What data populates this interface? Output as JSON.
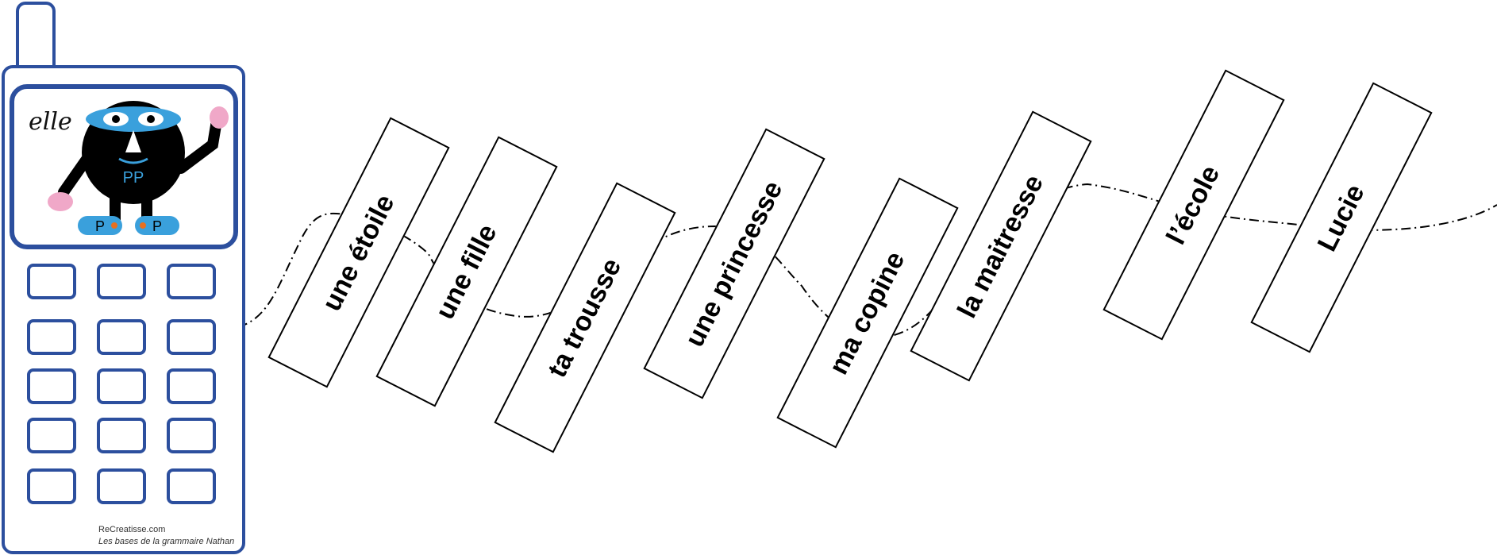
{
  "phone": {
    "pronoun": "elle",
    "badge": "PP",
    "feet": [
      "P",
      "P"
    ],
    "credits": {
      "site": "ReCreatisse.com",
      "book": "Les bases de la grammaire Nathan"
    },
    "keys": 15
  },
  "cards": [
    {
      "label": "une étoile"
    },
    {
      "label": "une fille"
    },
    {
      "label": "ta trousse"
    },
    {
      "label": "une princesse"
    },
    {
      "label": "ma copine"
    },
    {
      "label": "la maitresse"
    },
    {
      "label": "l’école"
    },
    {
      "label": "Lucie"
    }
  ],
  "colors": {
    "phone_blue": "#2c4f9e",
    "mask_blue": "#3aa0dc",
    "glove_pink": "#f0a8c8",
    "character": "#000000"
  }
}
